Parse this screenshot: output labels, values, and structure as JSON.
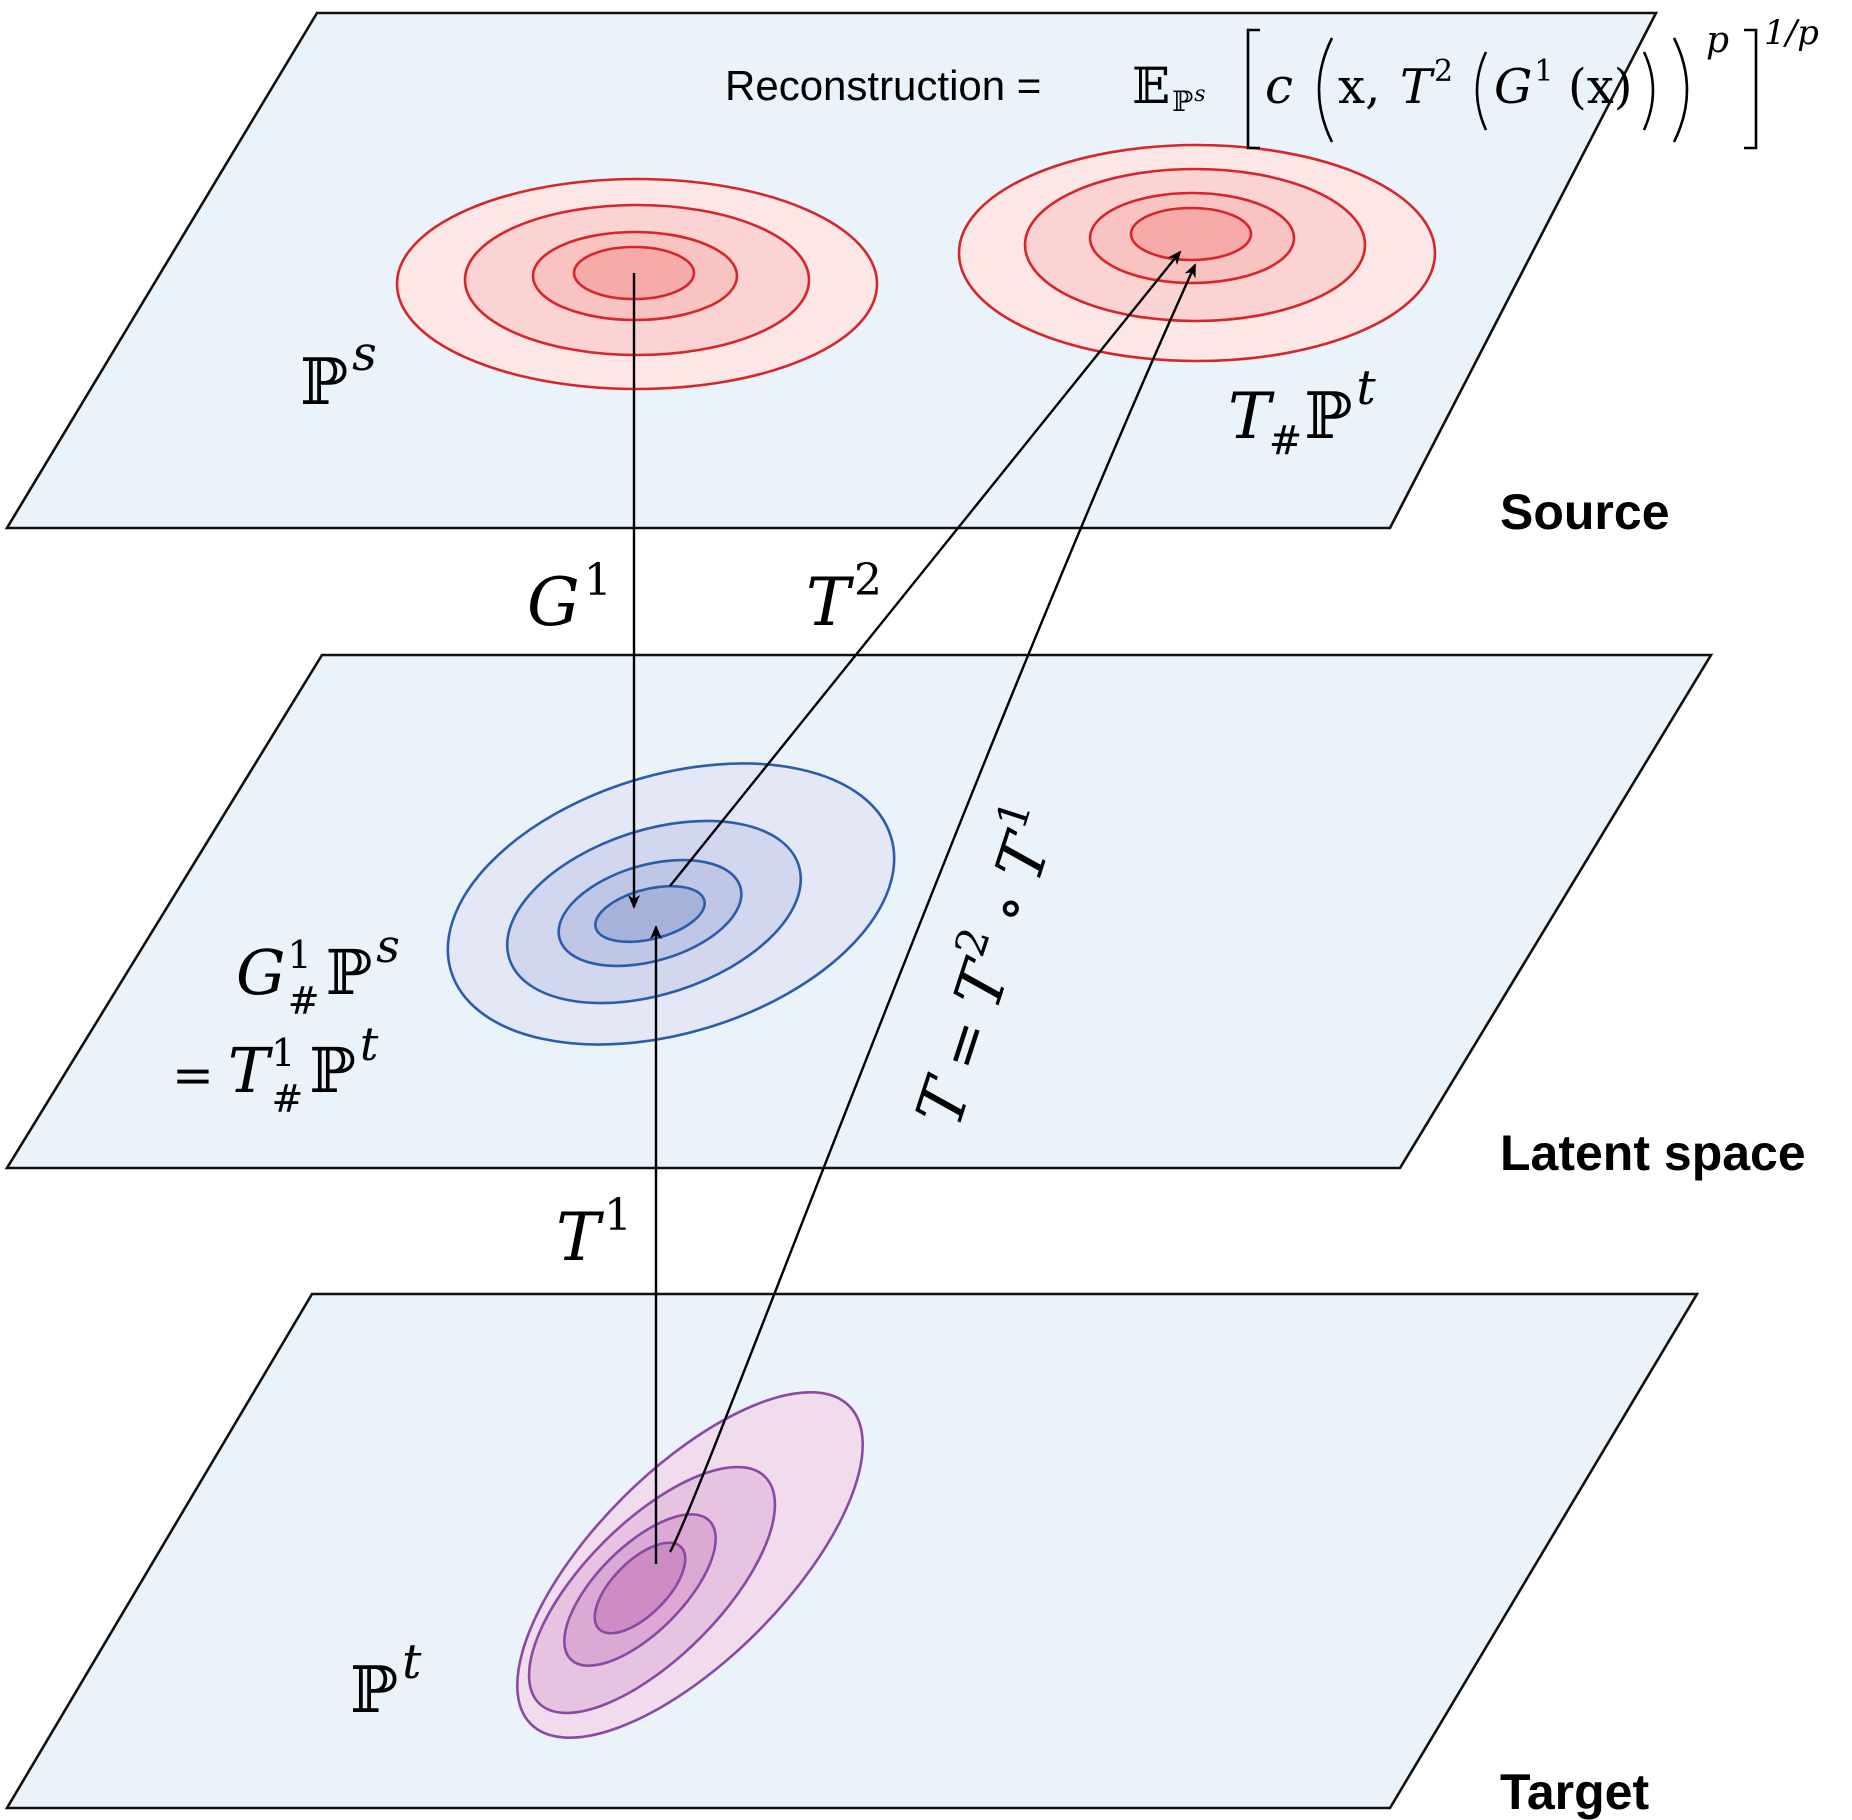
{
  "planes": {
    "source": "Source",
    "latent": "Latent space",
    "target": "Target"
  },
  "distributions": {
    "source": {
      "symbol": "ℙ",
      "sup": "s",
      "stroke": "#d6262b",
      "fills": [
        "#fde7e6",
        "#fbd3d2",
        "#f9c3c1",
        "#f7aba8"
      ]
    },
    "pushforward": {
      "base": "T",
      "sub": "#",
      "symbol": "ℙ",
      "sup": "t",
      "stroke": "#d6262b",
      "fills": [
        "#fde7e6",
        "#fbd3d2",
        "#f9c3c1",
        "#f7aba8"
      ]
    },
    "latent": {
      "line1": {
        "base": "G",
        "sup": "1",
        "sub": "#",
        "symbol": "ℙ",
        "sup2": "s"
      },
      "line2": {
        "eq": "=",
        "base": "T",
        "sup": "1",
        "sub": "#",
        "symbol": "ℙ",
        "sup2": "t"
      },
      "stroke": "#2b5ea8",
      "fills": [
        "#e4e7f6",
        "#d2d6ee",
        "#bfc6e6",
        "#a7b2db"
      ]
    },
    "target": {
      "symbol": "ℙ",
      "sup": "t",
      "stroke": "#8a4aa3",
      "fills": [
        "#f1dcee",
        "#e6c3e0",
        "#dba9d3",
        "#cd8cc3"
      ]
    }
  },
  "maps": {
    "G1": {
      "base": "G",
      "sup": "1"
    },
    "T2": {
      "base": "T",
      "sup": "2"
    },
    "T1": {
      "base": "T",
      "sup": "1"
    },
    "composite": {
      "lhs": "T",
      "eq": "=",
      "b1": "T",
      "s1": "2",
      "op": "∘",
      "b2": "T",
      "s2": "1"
    }
  },
  "reconstruction": {
    "label": "Reconstruction =",
    "E": "𝔼",
    "E_sub": "ℙ",
    "E_sub_sup": "s",
    "c": "c",
    "x1": "x,",
    "T": "T",
    "T_sup": "2",
    "G": "G",
    "G_sup": "1",
    "x2": "(x)",
    "p": "p",
    "outer_exp": "1/p"
  }
}
